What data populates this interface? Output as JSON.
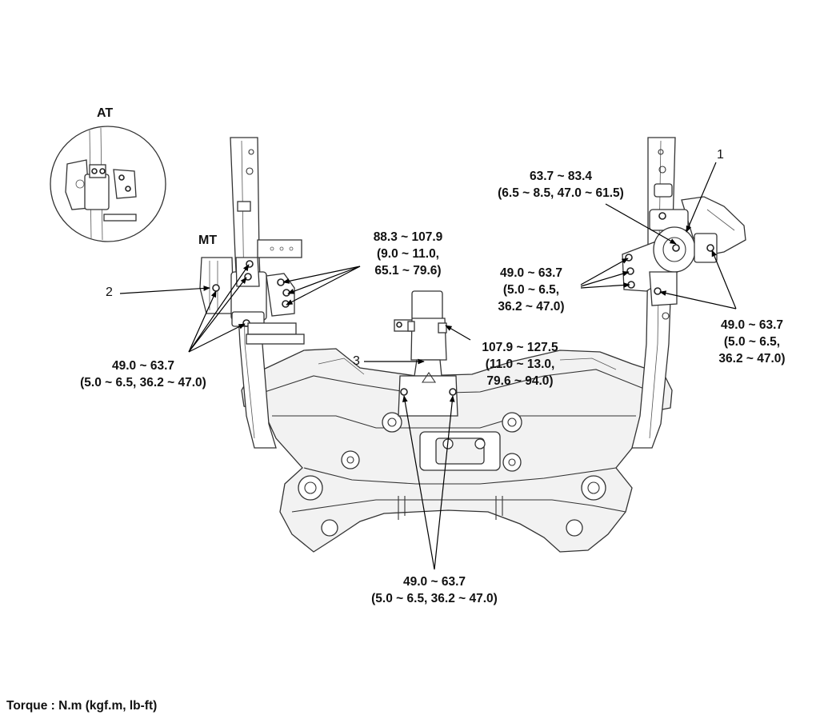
{
  "view_labels": {
    "at": "AT",
    "mt": "MT"
  },
  "part_numbers": {
    "p1": "1",
    "p2": "2",
    "p3": "3"
  },
  "torques": {
    "t1": {
      "line1": "63.7 ~ 83.4",
      "line2": "(6.5 ~ 8.5, 47.0 ~ 61.5)"
    },
    "t2": {
      "line1": "88.3 ~ 107.9",
      "line2": "(9.0 ~ 11.0,",
      "line3": "65.1 ~ 79.6)"
    },
    "t3": {
      "line1": "49.0 ~ 63.7",
      "line2": "(5.0 ~ 6.5,",
      "line3": "36.2 ~ 47.0)"
    },
    "t4": {
      "line1": "49.0 ~ 63.7",
      "line2": "(5.0 ~ 6.5, 36.2 ~ 47.0)"
    },
    "t5": {
      "line1": "107.9 ~ 127.5",
      "line2": "(11.0 ~ 13.0,",
      "line3": "79.6 ~ 94.0)"
    },
    "t6": {
      "line1": "49.0 ~ 63.7",
      "line2": "(5.0 ~ 6.5,",
      "line3": "36.2 ~ 47.0)"
    },
    "t7": {
      "line1": "49.0 ~ 63.7",
      "line2": "(5.0 ~ 6.5, 36.2 ~ 47.0)"
    }
  },
  "footer": "Torque : N.m (kgf.m, lb-ft)"
}
